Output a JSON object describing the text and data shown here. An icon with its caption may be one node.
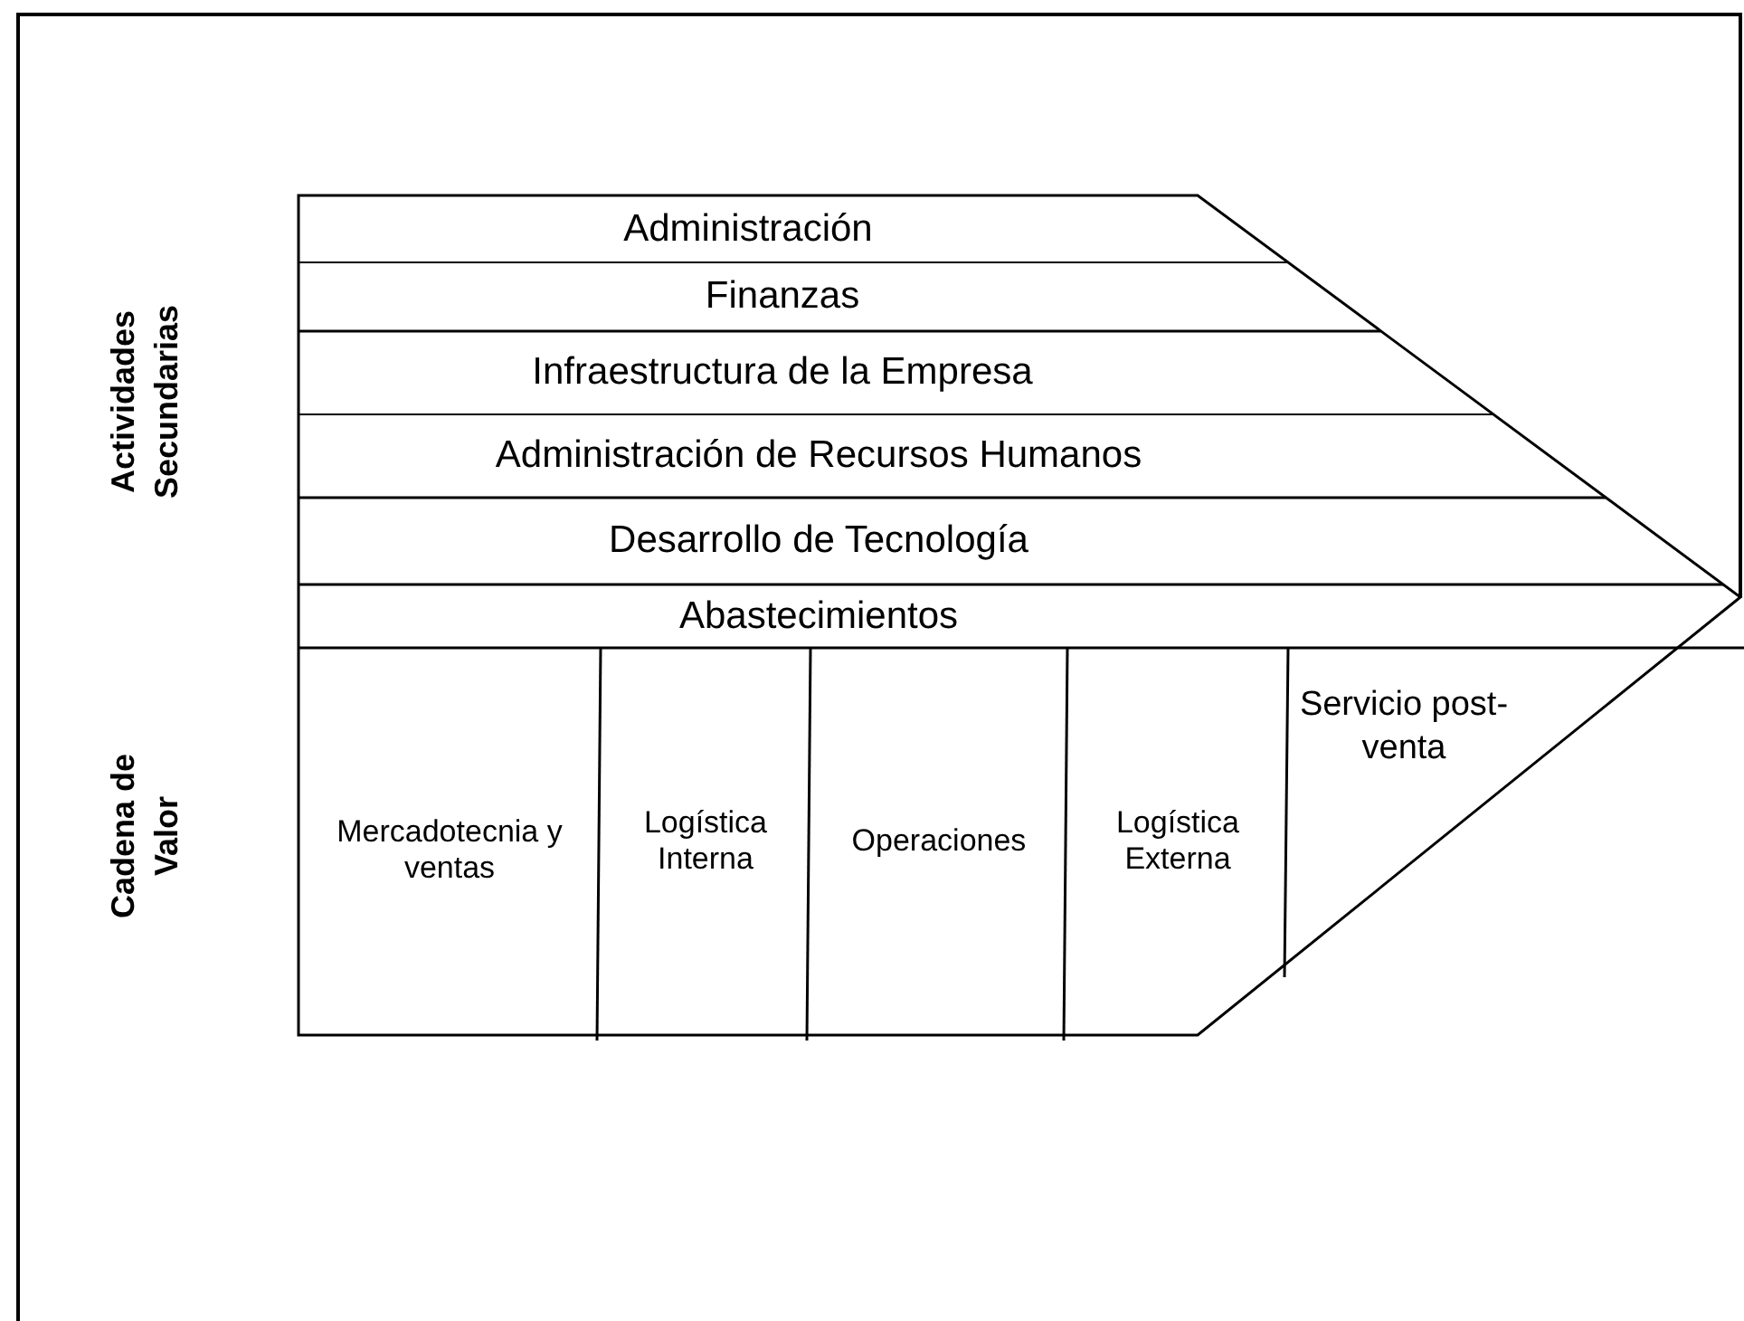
{
  "diagram": {
    "nodes": [
      {
        "text": [
          "Administración"
        ]
      },
      {
        "text": [
          "Finanzas"
        ]
      },
      {
        "text": [
          "Infraestructura de la Empresa"
        ]
      },
      {
        "text": [
          "Administración de Recursos Humanos"
        ]
      },
      {
        "text": [
          "Desarrollo de Tecnología"
        ]
      },
      {
        "text": [
          "Abastecimientos"
        ]
      },
      {
        "text": [
          "Mercadotecnia y ventas"
        ]
      },
      {
        "text": [
          "Logística Interna"
        ]
      },
      {
        "text": [
          "Operaciones"
        ]
      },
      {
        "text": [
          "Logística Externa"
        ]
      },
      {
        "text": [
          "Servicio post-venta"
        ]
      }
    ],
    "labels": [
      "Actividades Secundarias",
      "Cadena de Valor"
    ]
  }
}
